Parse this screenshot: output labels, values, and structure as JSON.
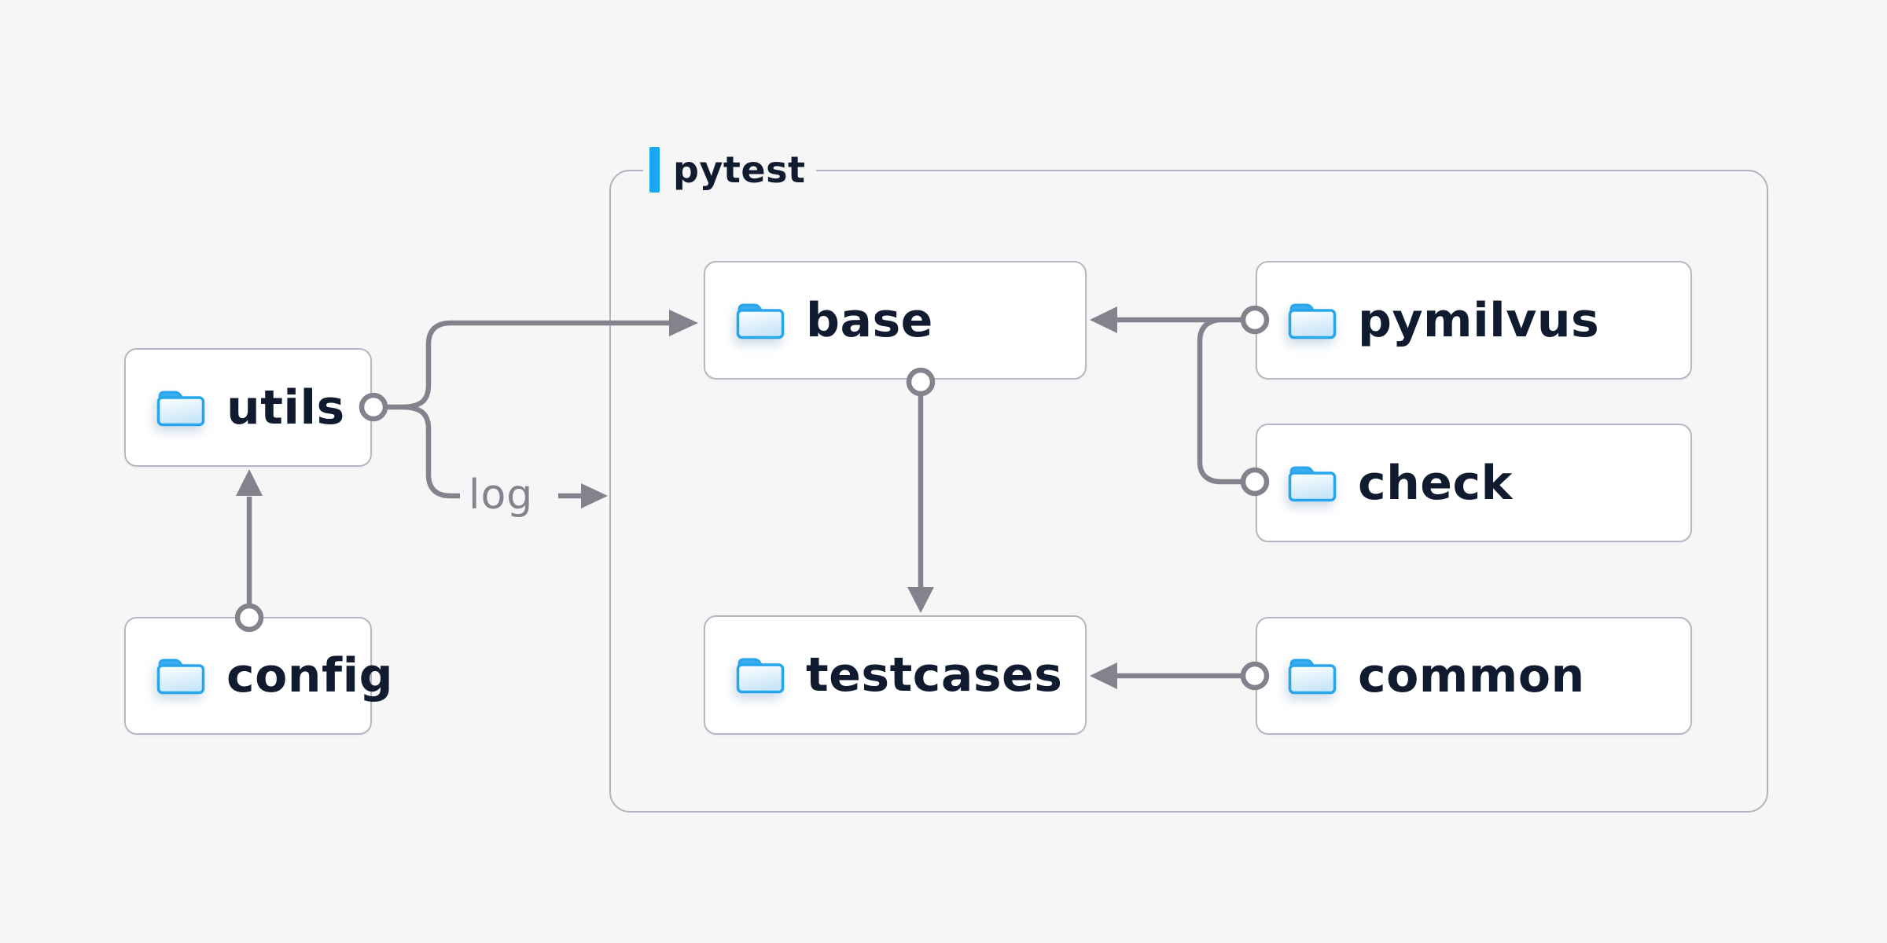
{
  "diagram": {
    "group": {
      "label": "pytest",
      "accent_color": "#16a8f2"
    },
    "log_label": "log",
    "nodes": {
      "utils": {
        "label": "utils"
      },
      "config": {
        "label": "config"
      },
      "base": {
        "label": "base"
      },
      "testcases": {
        "label": "testcases"
      },
      "pymilvus": {
        "label": "pymilvus"
      },
      "check": {
        "label": "check"
      },
      "common": {
        "label": "common"
      }
    },
    "edges": [
      {
        "from": "config",
        "to": "utils"
      },
      {
        "from": "utils",
        "to": "base"
      },
      {
        "from": "utils",
        "to": "pytest-group",
        "label": "log"
      },
      {
        "from": "pymilvus",
        "to": "base"
      },
      {
        "from": "check",
        "to": "base"
      },
      {
        "from": "base",
        "to": "testcases"
      },
      {
        "from": "common",
        "to": "testcases"
      }
    ],
    "colors": {
      "background": "#f6f6f7",
      "connector": "#83838e",
      "node_text": "#101b30",
      "node_border": "#b7b7c3",
      "group_border": "#b3b3bf",
      "folder_blue": "#28a6ec"
    }
  }
}
